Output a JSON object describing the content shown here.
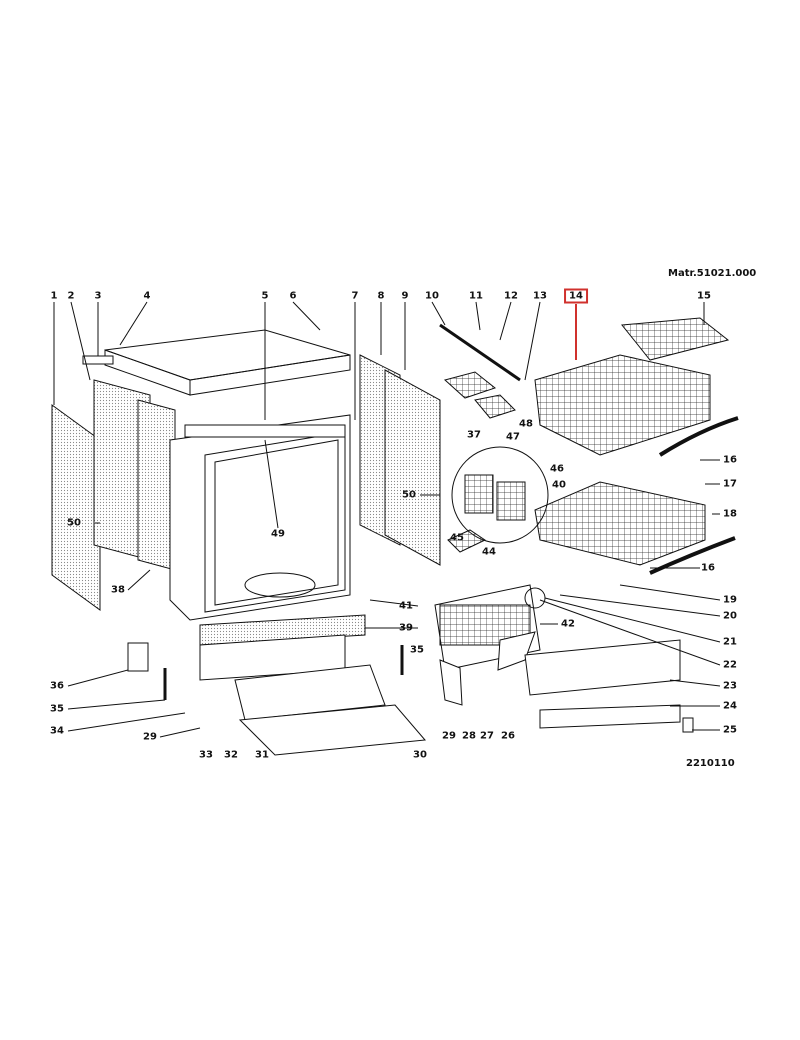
{
  "diagram": {
    "matr_code": "Matr.51021.000",
    "drawing_code": "2210110",
    "highlighted_part": "14",
    "highlight_color": "#d0312d",
    "part_labels": [
      "1",
      "2",
      "3",
      "4",
      "5",
      "6",
      "7",
      "8",
      "9",
      "10",
      "11",
      "12",
      "13",
      "14",
      "15",
      "16",
      "17",
      "18",
      "16",
      "19",
      "20",
      "21",
      "22",
      "23",
      "24",
      "25",
      "26",
      "27",
      "28",
      "29",
      "30",
      "31",
      "32",
      "33",
      "29",
      "34",
      "35",
      "36",
      "35",
      "39",
      "42",
      "41",
      "44",
      "45",
      "38",
      "50",
      "49",
      "50",
      "40",
      "46",
      "47",
      "48",
      "37"
    ]
  }
}
